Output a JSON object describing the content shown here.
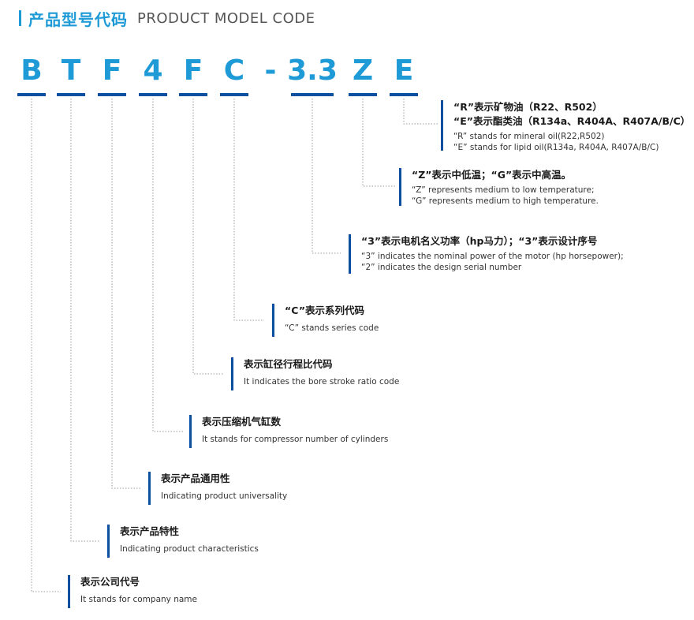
{
  "header": {
    "title_zh": "产品型号代码",
    "title_en": "PRODUCT MODEL CODE"
  },
  "code": [
    "B",
    "T",
    "F",
    "4",
    "F",
    "C",
    "-",
    "3.3",
    "Z",
    "E"
  ],
  "descriptions": [
    {
      "zh1": "“R”表示矿物油（R22、R502）",
      "zh2": "“E”表示酯类油（R134a、R404A、R407A/B/C）",
      "en1": "“R” stands for mineral oil(R22,R502)",
      "en2": "“E” stands for lipid oil(R134a, R404A, R407A/B/C)"
    },
    {
      "zh": "“Z”表示中低温；“G”表示中高温。",
      "en1": "“Z” represents medium to low temperature;",
      "en2": "“G” represents medium to high temperature."
    },
    {
      "zh": "“3”表示电机名义功率（hp马力）；“3”表示设计序号",
      "en1": "“3” indicates the nominal power of the motor (hp horsepower);",
      "en2": "“2” indicates the design serial number"
    },
    {
      "zh": "“C”表示系列代码",
      "en": "“C” stands  series code"
    },
    {
      "zh": "表示缸径行程比代码",
      "en": "It indicates the bore stroke ratio code"
    },
    {
      "zh": "表示压缩机气缸数",
      "en": "It stands for compressor number of cylinders"
    },
    {
      "zh": "表示产品通用性",
      "en": "Indicating product universality"
    },
    {
      "zh": "表示产品特性",
      "en": "Indicating product characteristics"
    },
    {
      "zh": "表示公司代号",
      "en": "It stands for company name"
    }
  ],
  "colors": {
    "accent": "#1e9ad6",
    "underline": "#0a4fa0",
    "leader": "#999999"
  }
}
